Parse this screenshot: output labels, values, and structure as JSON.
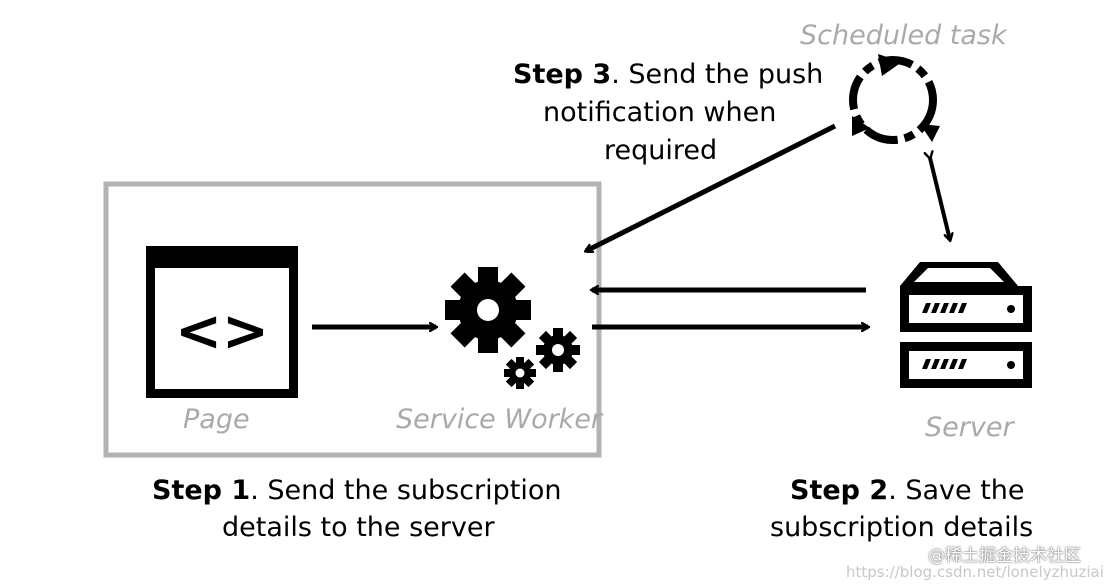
{
  "labels": {
    "scheduled_task": "Scheduled task",
    "page": "Page",
    "service_worker": "Service Worker",
    "server": "Server"
  },
  "steps": {
    "step1": {
      "bold": "Step 1",
      "line1_rest": ". Send the subscription",
      "line2": "details to the server"
    },
    "step2": {
      "bold": "Step 2",
      "line1_rest": ". Save the",
      "line2": "subscription details"
    },
    "step3": {
      "bold": "Step 3",
      "line1_rest": ". Send the push",
      "line2": "notification when",
      "line3": "required"
    }
  },
  "page_icon_code": "<>",
  "watermark": {
    "brand": "@稀土掘金技术社区",
    "url": "https://blog.csdn.net/lonelyzhuziai"
  },
  "colors": {
    "frame": "#b3b3b3",
    "label_grey": "#aaaaaa",
    "ink": "#000000"
  }
}
